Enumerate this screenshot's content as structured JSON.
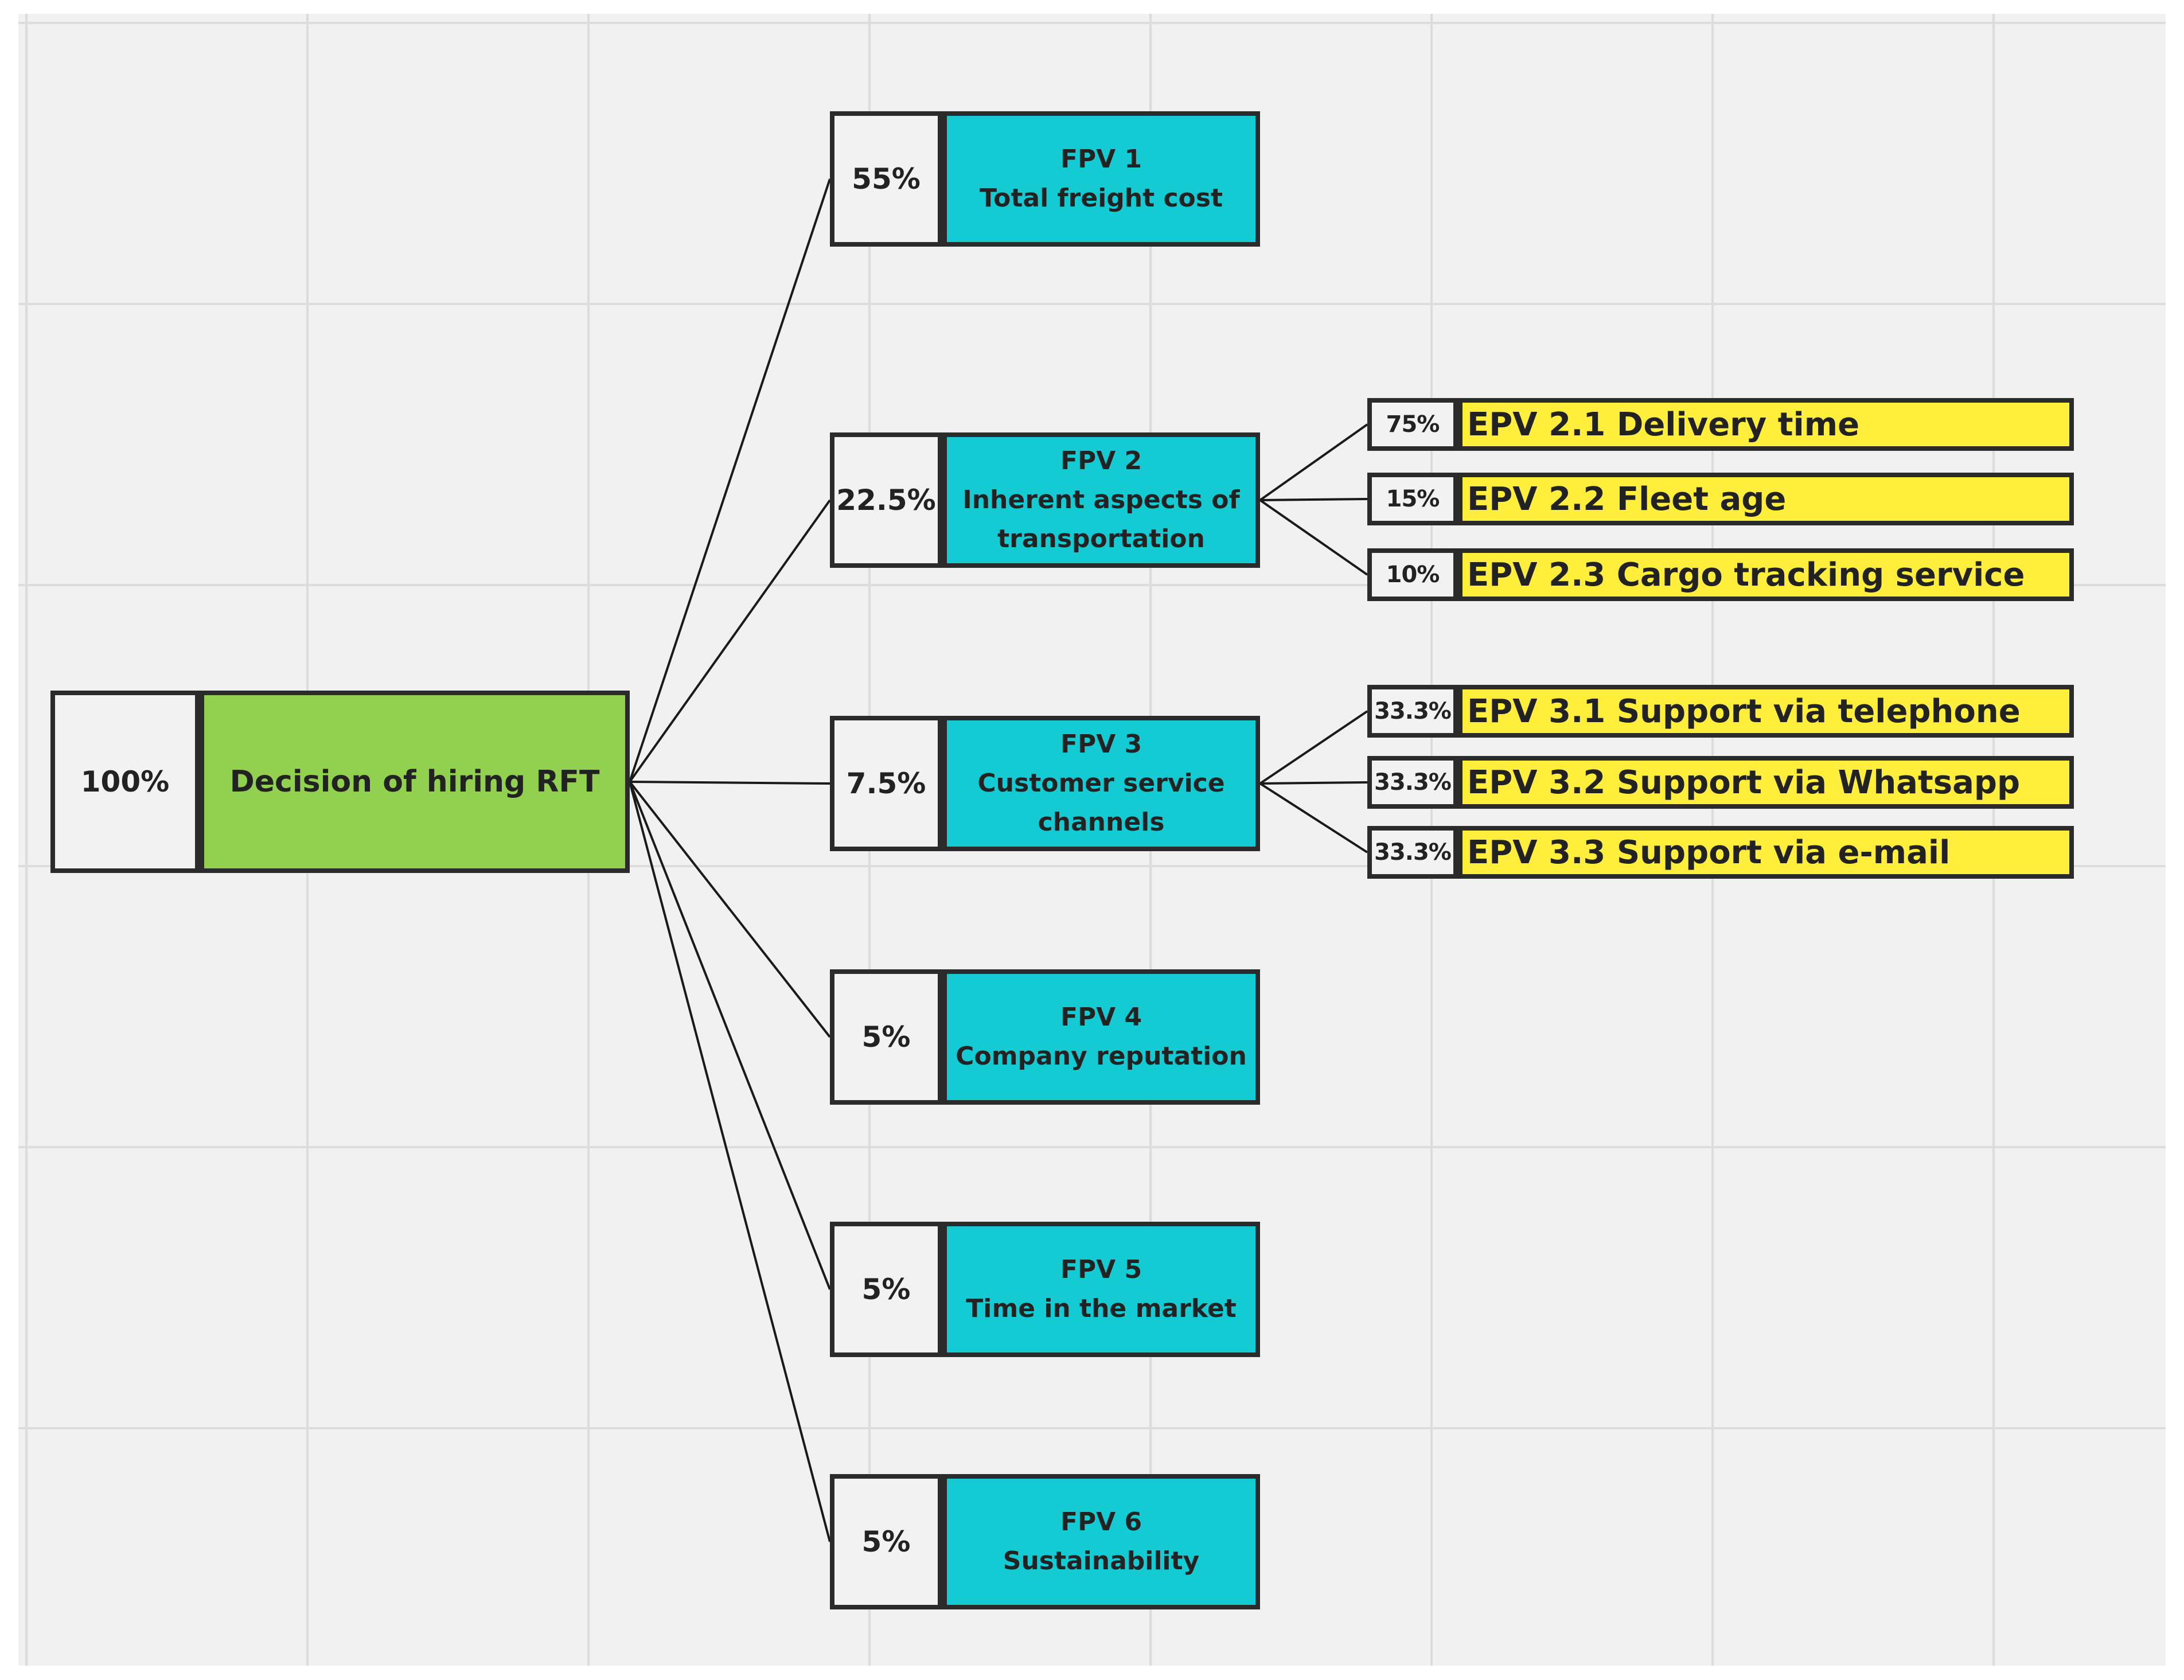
{
  "colors": {
    "root_fill": "#92d050",
    "fpv_fill": "#14cbd3",
    "epv_fill": "#ffee3c",
    "percent_fill": "#f2f2f2",
    "border": "#2b2b2b",
    "connector": "#1a1a1a",
    "background": "#f1f1f1",
    "grid": "#dcdcdc"
  },
  "root": {
    "percent": "100%",
    "label": "Decision of hiring RFT"
  },
  "fpv": [
    {
      "percent": "55%",
      "title": "FPV 1",
      "lines": [
        "Total freight cost"
      ]
    },
    {
      "percent": "22.5%",
      "title": "FPV 2",
      "lines": [
        "Inherent aspects of",
        "transportation"
      ]
    },
    {
      "percent": "7.5%",
      "title": "FPV 3",
      "lines": [
        "Customer service",
        "channels"
      ]
    },
    {
      "percent": "5%",
      "title": "FPV 4",
      "lines": [
        "Company reputation"
      ]
    },
    {
      "percent": "5%",
      "title": "FPV 5",
      "lines": [
        "Time in the market"
      ]
    },
    {
      "percent": "5%",
      "title": "FPV 6",
      "lines": [
        "Sustainability"
      ]
    }
  ],
  "epv": [
    {
      "parent": "FPV 2",
      "percent": "75%",
      "label": "EPV 2.1 Delivery time"
    },
    {
      "parent": "FPV 2",
      "percent": "15%",
      "label": "EPV 2.2 Fleet age"
    },
    {
      "parent": "FPV 2",
      "percent": "10%",
      "label": "EPV 2.3 Cargo tracking service"
    },
    {
      "parent": "FPV 3",
      "percent": "33.3%",
      "label": "EPV 3.1 Support via telephone"
    },
    {
      "parent": "FPV 3",
      "percent": "33.3%",
      "label": "EPV 3.2 Support via Whatsapp"
    },
    {
      "parent": "FPV 3",
      "percent": "33.3%",
      "label": "EPV 3.3 Support via e-mail"
    }
  ]
}
